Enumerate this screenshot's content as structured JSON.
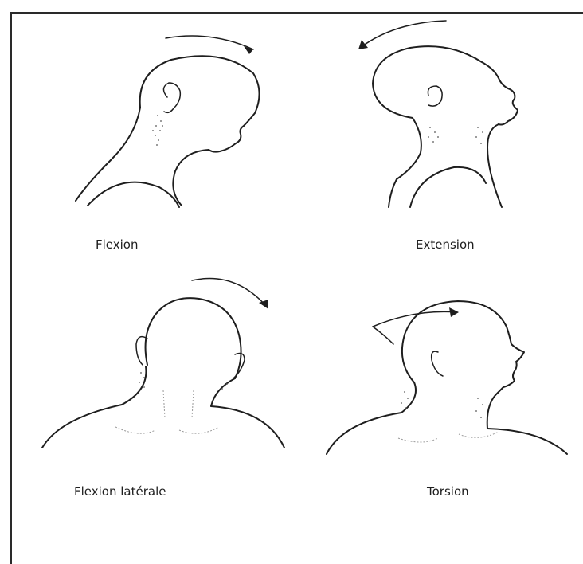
{
  "figure": {
    "panels": [
      {
        "id": "flexion",
        "label": "Flexion",
        "arrow": "clockwise-over-head",
        "pose": "head-bent-forward"
      },
      {
        "id": "extension",
        "label": "Extension",
        "arrow": "counterclockwise-over-head",
        "pose": "head-tilted-back"
      },
      {
        "id": "lateral",
        "label": "Flexion latérale",
        "arrow": "clockwise-over-head",
        "pose": "head-tilted-to-side"
      },
      {
        "id": "torsion",
        "label": "Torsion",
        "arrow": "rotation-around-head",
        "pose": "head-turned"
      }
    ],
    "colors": {
      "line": "#1e1e1e",
      "frame": "#2a2a2a",
      "background": "#ffffff"
    }
  }
}
